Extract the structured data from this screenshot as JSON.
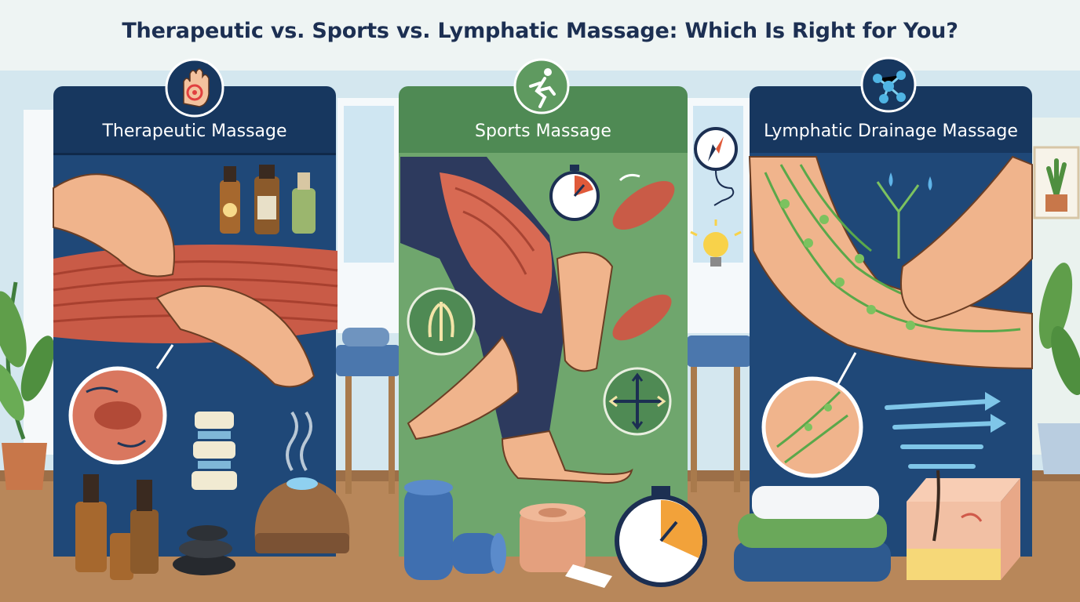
{
  "title": "Therapeutic vs. Sports vs. Lymphatic Massage: Which Is Right for You?",
  "panels": [
    {
      "label": "Therapeutic Massage",
      "icon": "hand-pain-icon",
      "color": "#17375f"
    },
    {
      "label": "Sports Massage",
      "icon": "running-person-icon",
      "color": "#4f8a54"
    },
    {
      "label": "Lymphatic Drainage Massage",
      "icon": "lymph-node-network-icon",
      "color": "#17375f"
    }
  ],
  "colors": {
    "navy": "#17375f",
    "green": "#4f8a54",
    "muscle": "#c95b47",
    "skin": "#f0b48c",
    "lymph": "#7cc25f"
  }
}
